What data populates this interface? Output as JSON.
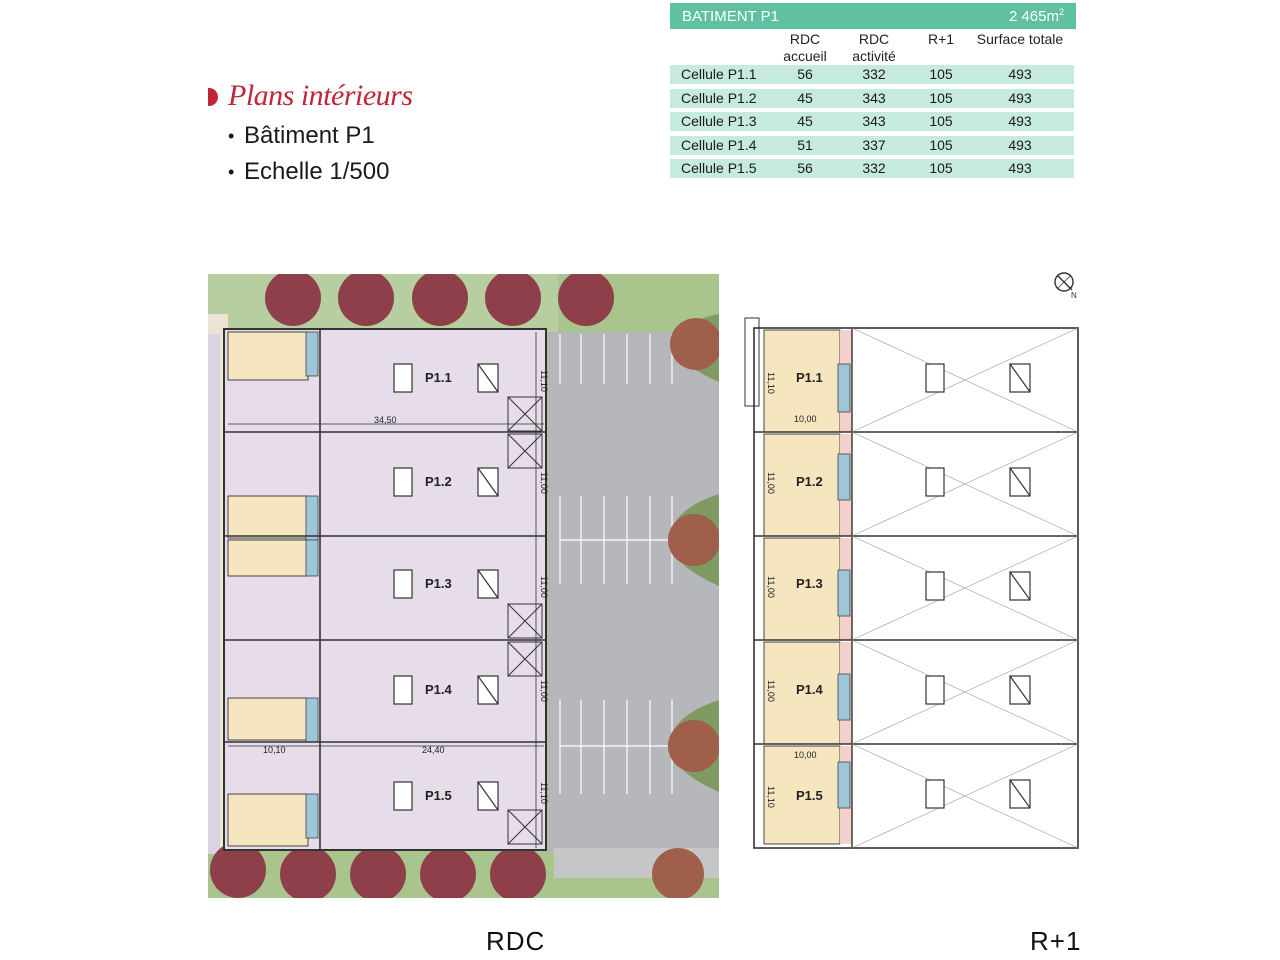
{
  "heading": {
    "title": "Plans intérieurs",
    "bullets": [
      "Bâtiment P1",
      "Echelle 1/500"
    ]
  },
  "table": {
    "building": "BATIMENT P1",
    "total_area": "2 465m",
    "total_area_sup": "2",
    "columns": [
      "RDC accueil",
      "RDC activité",
      "R+1",
      "Surface totale"
    ],
    "rows": [
      {
        "name": "Cellule P1.1",
        "accueil": "56",
        "activite": "332",
        "r1": "105",
        "total": "493"
      },
      {
        "name": "Cellule P1.2",
        "accueil": "45",
        "activite": "343",
        "r1": "105",
        "total": "493"
      },
      {
        "name": "Cellule P1.3",
        "accueil": "45",
        "activite": "343",
        "r1": "105",
        "total": "493"
      },
      {
        "name": "Cellule P1.4",
        "accueil": "51",
        "activite": "337",
        "r1": "105",
        "total": "493"
      },
      {
        "name": "Cellule P1.5",
        "accueil": "56",
        "activite": "332",
        "r1": "105",
        "total": "493"
      }
    ]
  },
  "rdc": {
    "label": "RDC",
    "cells": [
      "P1.1",
      "P1.2",
      "P1.3",
      "P1.4",
      "P1.5"
    ],
    "dims": {
      "length": "34,50",
      "left": "10,10",
      "right": "24,40",
      "depths": [
        "11,10",
        "11,00",
        "11,00",
        "11,00",
        "11,10"
      ]
    }
  },
  "r1": {
    "label": "R+1",
    "cells": [
      "P1.1",
      "P1.2",
      "P1.3",
      "P1.4",
      "P1.5"
    ],
    "dims": {
      "width_top": "10,00",
      "width_bottom": "10,00",
      "depths": [
        "11,10",
        "11,00",
        "11,00",
        "11,00",
        "11,10"
      ]
    }
  },
  "colors": {
    "accent": "#c0253a",
    "table_head": "#5fc0a2",
    "table_row": "#c6eadf",
    "activity": "#e6dcea",
    "office": "#f6e6bf",
    "grass": "#a9c58d",
    "parking": "#b5b7ba",
    "tree": "#8f3f4a"
  }
}
